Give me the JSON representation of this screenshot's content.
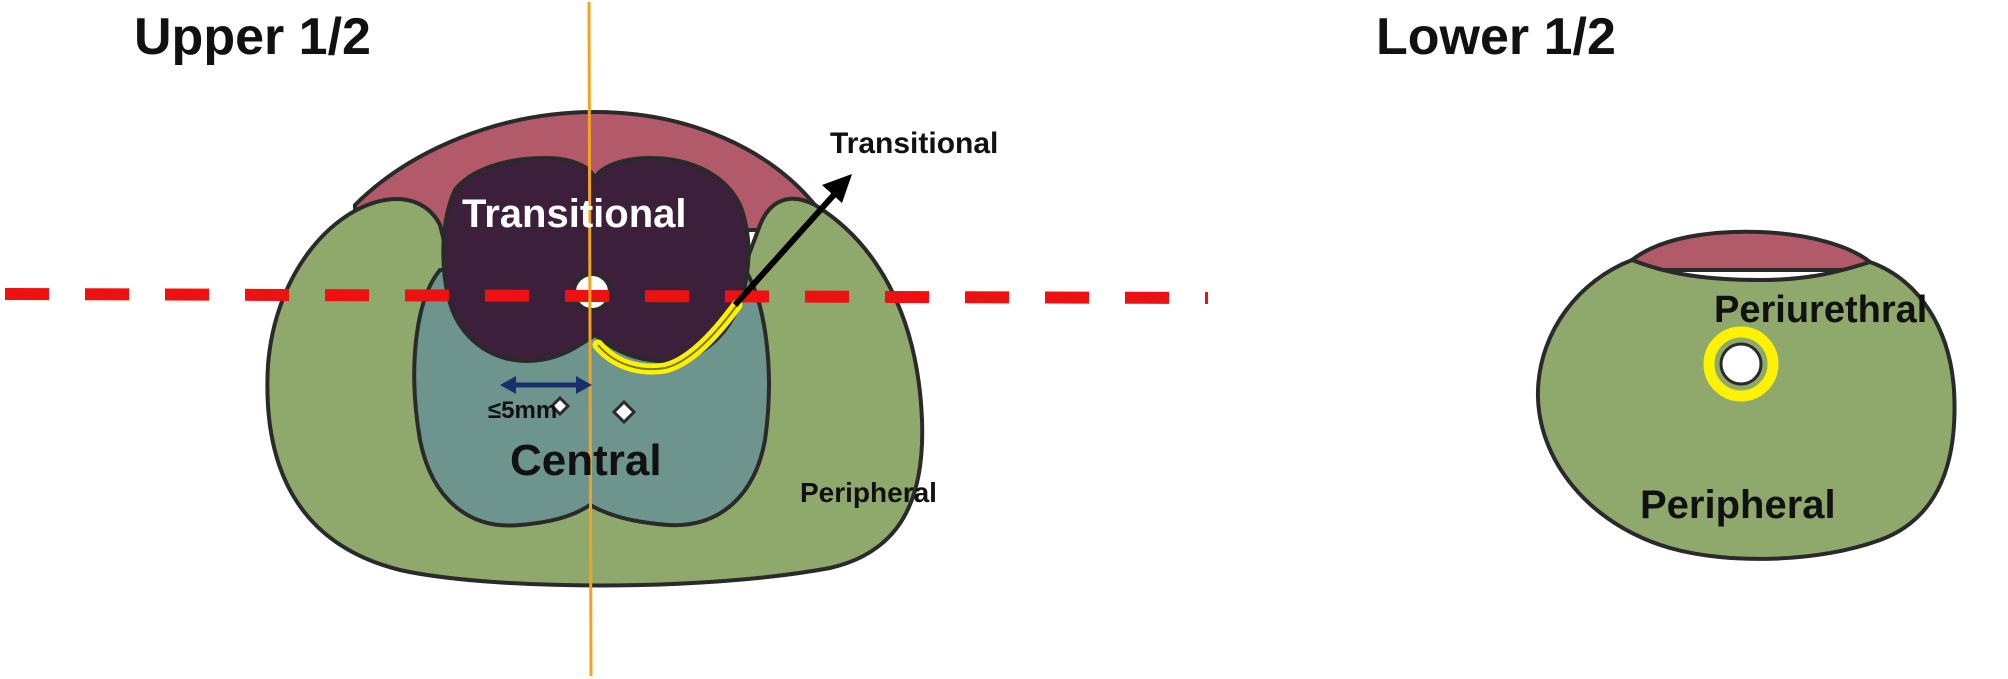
{
  "titles": {
    "upper": "Upper 1/2",
    "lower": "Lower 1/2"
  },
  "upper_labels": {
    "transitional_zone": "Transitional",
    "transitional_arrow": "Transitional",
    "central": "Central",
    "peripheral": "Peripheral",
    "distance": "≤5mm"
  },
  "lower_labels": {
    "periurethral": "Periurethral",
    "peripheral": "Peripheral"
  },
  "colors": {
    "peripheral_zone": "#8fa96c",
    "anterior_stroma": "#b25a6a",
    "transitional_zone": "#3c1f3a",
    "central_zone": "#6e948e",
    "outline": "#2a2a2a",
    "red_dashed_line": "#ee1111",
    "orange_vertical_line": "#f0a420",
    "yellow_highlight": "#fff200",
    "arrow": "#000000",
    "measure_arrow": "#1a2f6e"
  }
}
